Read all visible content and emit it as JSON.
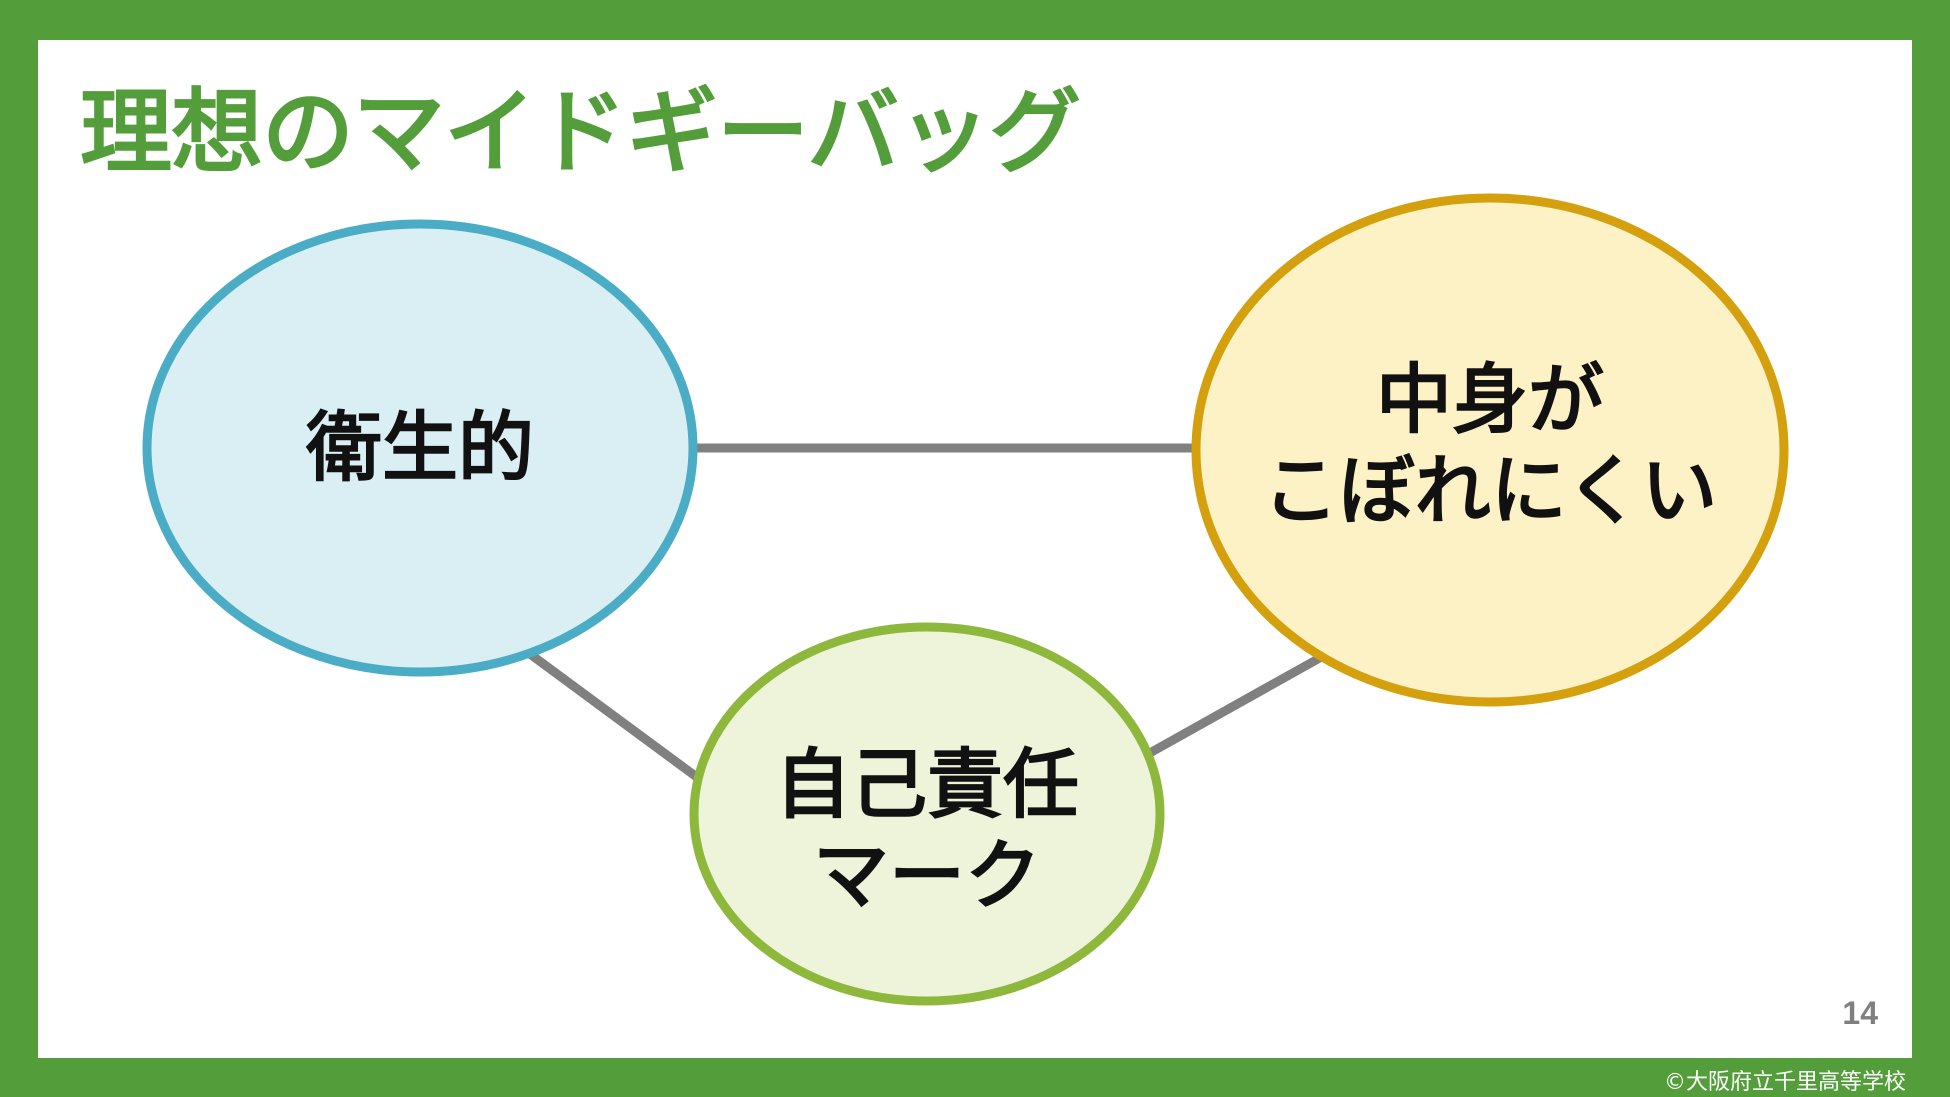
{
  "slide": {
    "title": "理想のマイドギーバッグ",
    "page_number": "14",
    "copyright": "©大阪府立千里高等学校"
  },
  "diagram": {
    "nodes": [
      {
        "id": "hygienic",
        "lines": [
          "衛生的"
        ],
        "fill": "#daeff3",
        "stroke": "#4bacc6"
      },
      {
        "id": "no-spill",
        "lines": [
          "中身が",
          "こぼれにくい"
        ],
        "fill": "#fdf1c6",
        "stroke": "#d4a00d"
      },
      {
        "id": "responsibility",
        "lines": [
          "自己責任",
          "マーク"
        ],
        "fill": "#eef4da",
        "stroke": "#8db83c"
      }
    ],
    "connector_color": "#808080",
    "edges": [
      {
        "from": "hygienic",
        "to": "no-spill"
      },
      {
        "from": "hygienic",
        "to": "responsibility"
      },
      {
        "from": "responsibility",
        "to": "no-spill"
      }
    ]
  }
}
